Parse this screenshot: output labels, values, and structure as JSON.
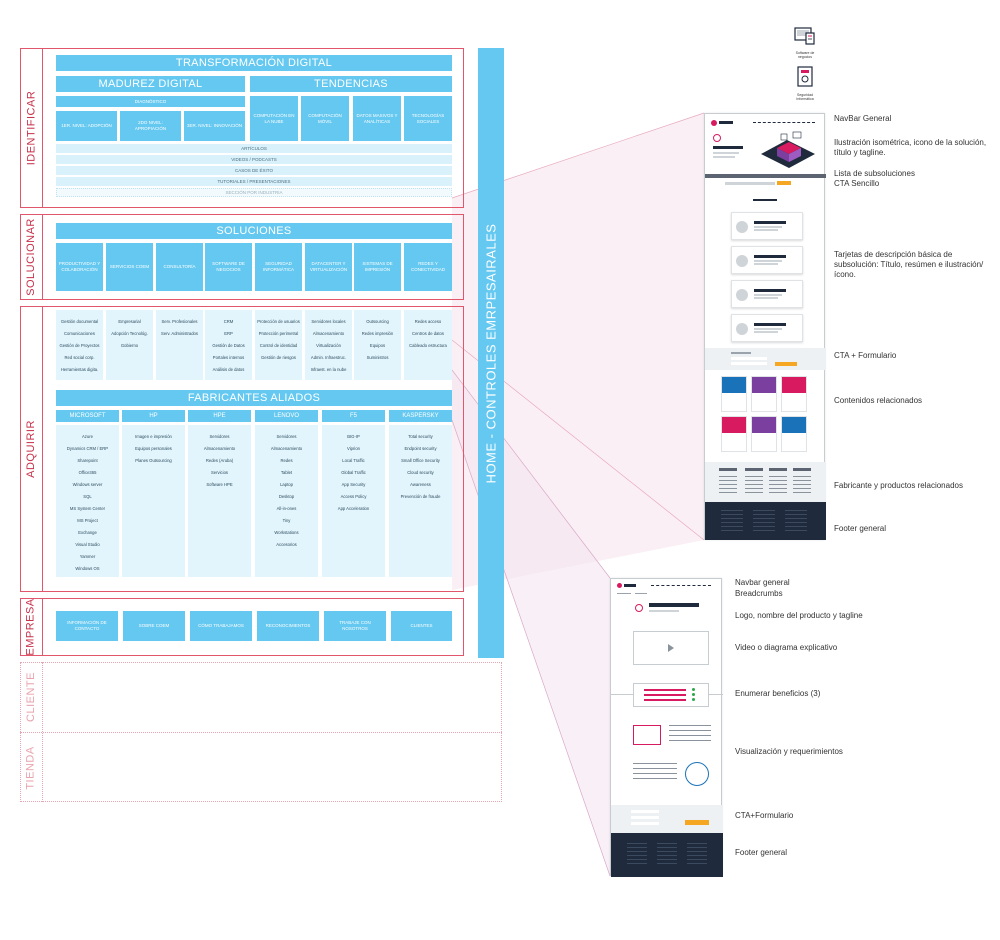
{
  "sections": {
    "identificar": "IDENTIFICAR",
    "solucionar": "SOLUCIONAR",
    "adquirir": "ADQUIRIR",
    "empresa": "EMPRESA",
    "cliente": "CLIENTE",
    "tienda": "TIENDA"
  },
  "vertical_bar": "HOME - CONTROLES EMRPESAIRALES",
  "identificar": {
    "title": "TRANSFORMACIÓN DIGITAL",
    "madurez": "MADUREZ DIGITAL",
    "tendencias": "TENDENCIAS",
    "diagnostico": "DIAGNÓSTICO",
    "niveles": [
      "1er. NIVEL: ADOPCIÓN",
      "2do NIVEL: APROPIACIÓN",
      "3er. NIVEL: INNOVACIÓN"
    ],
    "tendencias_items": [
      "COMPUTACIÓN EN LA NUBE",
      "COMPUTACIÓN MÓVIL",
      "DATOS MASIVOS Y ANALÍTICAS",
      "TECNOLOGÍAS SOCIALES"
    ],
    "rows": [
      "ARTÍCULOS",
      "VIDEOS / PODCASTS",
      "CASOS DE ÉXITO",
      "TUTORIALES / PRESENTACIONES",
      "SECCIÓN POR INDUSTRIA"
    ]
  },
  "solucionar": {
    "title": "SOLUCIONES",
    "items": [
      "PRODUCTIVIDAD Y COLABORACIÓN",
      "SERVICIOS COEM",
      "CONSULTORÍA",
      "SOFTWARE DE NEGOCIOS",
      "SEGURIDAD INFORMÁTICA",
      "DATACENTER Y VIRTUALIZACIÓN",
      "SISTEMAS DE IMPRESIÓN",
      "REDES Y CONECTIVIDAD"
    ]
  },
  "adquirir": {
    "solution_lists": [
      [
        "Gestión documental",
        "Comunicaciones",
        "Gestión de Proyectos",
        "Red social corp.",
        "Herramientas digita."
      ],
      [
        "Empresarial",
        "Adopción Tecnológ.",
        "Gobierno"
      ],
      [
        "Serv. Profesionales",
        "Serv. Administrados"
      ],
      [
        "CRM",
        "ERP",
        "Gestión de Datos",
        "Portales internos",
        "Análisis de datos"
      ],
      [
        "Protección de usuarios",
        "Protección perimetral",
        "Control de identidad",
        "Gestión de riesgos"
      ],
      [
        "Servidores locales",
        "Almacenamiento",
        "Virtualización",
        "Admin. Infraestruc.",
        "Infraest. en la nube"
      ],
      [
        "Outsourcing",
        "Redes impresión",
        "Equipos",
        "Suministros"
      ],
      [
        "Redes acceso",
        "Centros de datos",
        "Cableado estructura"
      ]
    ],
    "fabricantes_title": "FABRICANTES ALIADOS",
    "fabricantes": [
      {
        "name": "MICROSOFT",
        "items": [
          "Azure",
          "Dynamics CRM / ERP",
          "Sharepoint",
          "Office365",
          "Windows server",
          "SQL",
          "MS System Center",
          "MS Project",
          "Exchange",
          "Visual Studio",
          "Yammer",
          "Windows OS"
        ]
      },
      {
        "name": "HP",
        "items": [
          "Imagen e impresión",
          "Equipos personales",
          "Planes Outsourcing"
        ]
      },
      {
        "name": "HPE",
        "items": [
          "Servidores",
          "Almacenamiento",
          "Redes (Aruba)",
          "Servicios",
          "Software HPE"
        ]
      },
      {
        "name": "LENOVO",
        "items": [
          "Servidores",
          "Almacenamiento",
          "Redes",
          "Tablet",
          "Laptop",
          "Desktop",
          "All-in-ones",
          "Tiny",
          "Workstations",
          "Accesorios"
        ]
      },
      {
        "name": "F5",
        "items": [
          "BIG-IP",
          "Viprion",
          "Local Traffic",
          "Global Traffic",
          "App Security",
          "Access Policy",
          "App Acceleration"
        ]
      },
      {
        "name": "KASPERSKY",
        "items": [
          "Total security",
          "Endpoint security",
          "Small Office Security",
          "Cloud security",
          "Awareness",
          "Prevención de fraude"
        ]
      }
    ]
  },
  "empresa": {
    "items": [
      "INFORMACIÓN DE CONTACTO",
      "SOBRE COEM",
      "CÓMO TRABAJAMOS",
      "RECONOCIMIENTOS",
      "TRABAJE CON NOSOTROS",
      "CLIENTES"
    ]
  },
  "icons": {
    "software": "Software de negocios",
    "seguridad": "Seguridad Informática"
  },
  "wire1_labels": {
    "navbar": "NavBar General",
    "ilustracion": "Ilustración isométrica, icono de la solución, título y tagline.",
    "lista1": "Lista de subsoluciones",
    "lista2": "CTA Sencillo",
    "tarjetas": "Tarjetas de descripción básica de subsolución: Título, resúmen e ilustración/ícono.",
    "cta": "CTA + Formulario",
    "contenidos": "Contenidos relacionados",
    "fabricante": "Fabricante y productos relacionados",
    "footer": "Footer general"
  },
  "wire2_labels": {
    "navbar1": "Navbar general",
    "navbar2": "Breadcrumbs",
    "logo": "Logo, nombre del producto y tagline",
    "video": "Video o diagrama explicativo",
    "beneficios": "Enumerar beneficios (3)",
    "visualizacion": "Visualización y requerimientos",
    "cta": "CTA+Formulario",
    "footer": "Footer general"
  },
  "colors": {
    "section_border": "#e2566b",
    "blue": "#64c8f0",
    "pale_blue": "#d9f1fb",
    "wire_navy": "#1f2a3d",
    "wire_pink": "#d81b60",
    "wire_purple": "#7b3fa0",
    "wire_blue": "#1a73b8",
    "wire_orange": "#f5a623"
  }
}
